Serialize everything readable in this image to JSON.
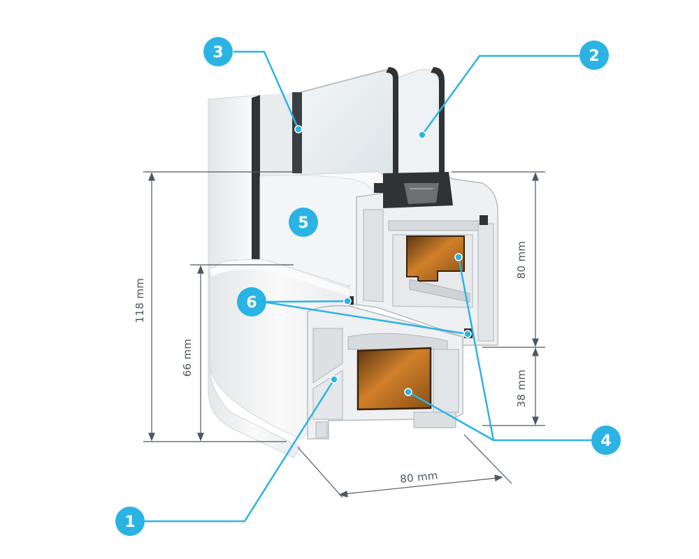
{
  "colors": {
    "accent": "#2bb3e4",
    "dimension": "#4f5760",
    "profile": "#f2f3f4",
    "profile_shade": "#d9dcdf",
    "steel": "#c7771f",
    "seal": "#2f3336"
  },
  "dimensions": {
    "height_total": "118 mm",
    "height_frame": "66 mm",
    "sash_height": "80 mm",
    "frame_lower": "38 mm",
    "depth": "80 mm"
  },
  "callouts": [
    {
      "number": "1"
    },
    {
      "number": "2"
    },
    {
      "number": "3"
    },
    {
      "number": "4"
    },
    {
      "number": "5"
    },
    {
      "number": "6"
    }
  ]
}
